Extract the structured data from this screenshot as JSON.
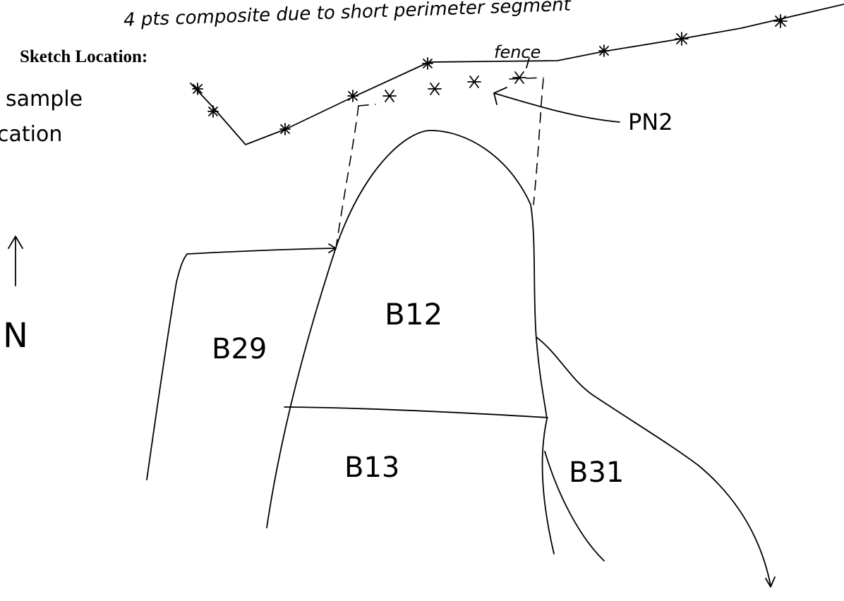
{
  "note_top": "4 pts composite due to short perimeter segment",
  "heading": "Sketch Location:",
  "legend": {
    "line1": "sample",
    "line2": "cation"
  },
  "fence_label": "fence",
  "sample_label": "PN2",
  "north_label": "N",
  "areas": {
    "b12": "B12",
    "b29": "B29",
    "b13": "B13",
    "b31": "B31"
  }
}
